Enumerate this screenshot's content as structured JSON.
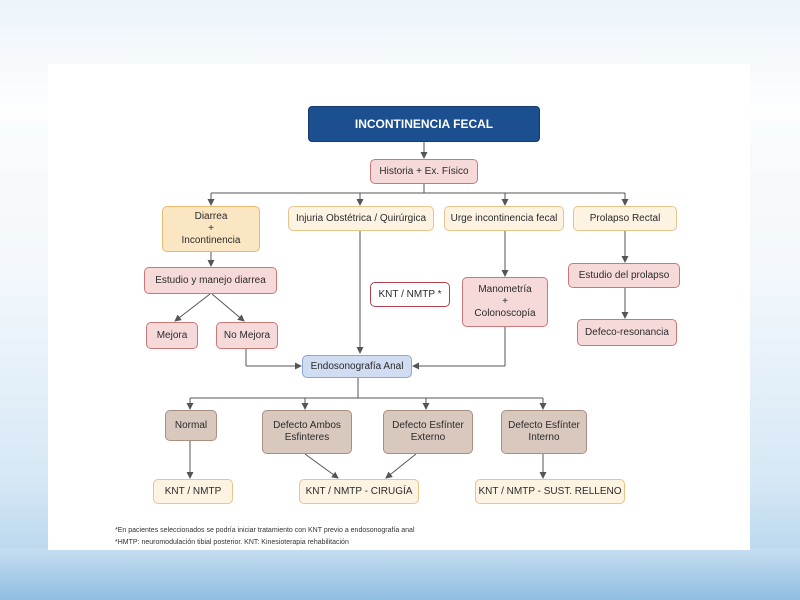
{
  "diagram": {
    "title": "INCONTINENCIA FECAL",
    "historia": "Historia + Ex. Físico",
    "diarrea": [
      "Diarrea",
      "+",
      "Incontinencia"
    ],
    "injuria": "Injuria Obstétrica / Quirúrgica",
    "urge": "Urge incontinencia fecal",
    "prolapso": "Prolapso Rectal",
    "estudio_diarrea": "Estudio y manejo diarrea",
    "knt_star": "KNT / NMTP *",
    "manometria": [
      "Manometría",
      "+",
      "Colonoscopía"
    ],
    "estudio_prolapso": "Estudio del prolapso",
    "mejora": "Mejora",
    "no_mejora": "No Mejora",
    "defeco": "Defeco-resonancia",
    "endosonografia": "Endosonografía Anal",
    "normal": "Normal",
    "defecto_ambos": [
      "Defecto Ambos",
      "Esfinteres"
    ],
    "defecto_externo": [
      "Defecto Esfínter",
      "Externo"
    ],
    "defecto_interno": [
      "Defecto Esfínter",
      "Interno"
    ],
    "out_knt": "KNT / NMTP",
    "out_cirugia": "KNT / NMTP - CIRUGÍA",
    "out_relleno": "KNT / NMTP - SUST. RELLENO"
  },
  "footnotes": [
    "*En pacientes seleccionados se podría iniciar tratamiento con KNT previo a endosonografía anal",
    "*HMTP: neuromodulación tibial posterior. KNT: Kinesioterapia rehabilitación"
  ],
  "colors": {
    "title": "#1c4f8f",
    "pink": "#f6dada",
    "yellow": "#fbe6c4",
    "blue": "#cfdcf1",
    "brown": "#d9c8bd",
    "cream": "#fdf3e2",
    "knt_border": "#b04050"
  }
}
